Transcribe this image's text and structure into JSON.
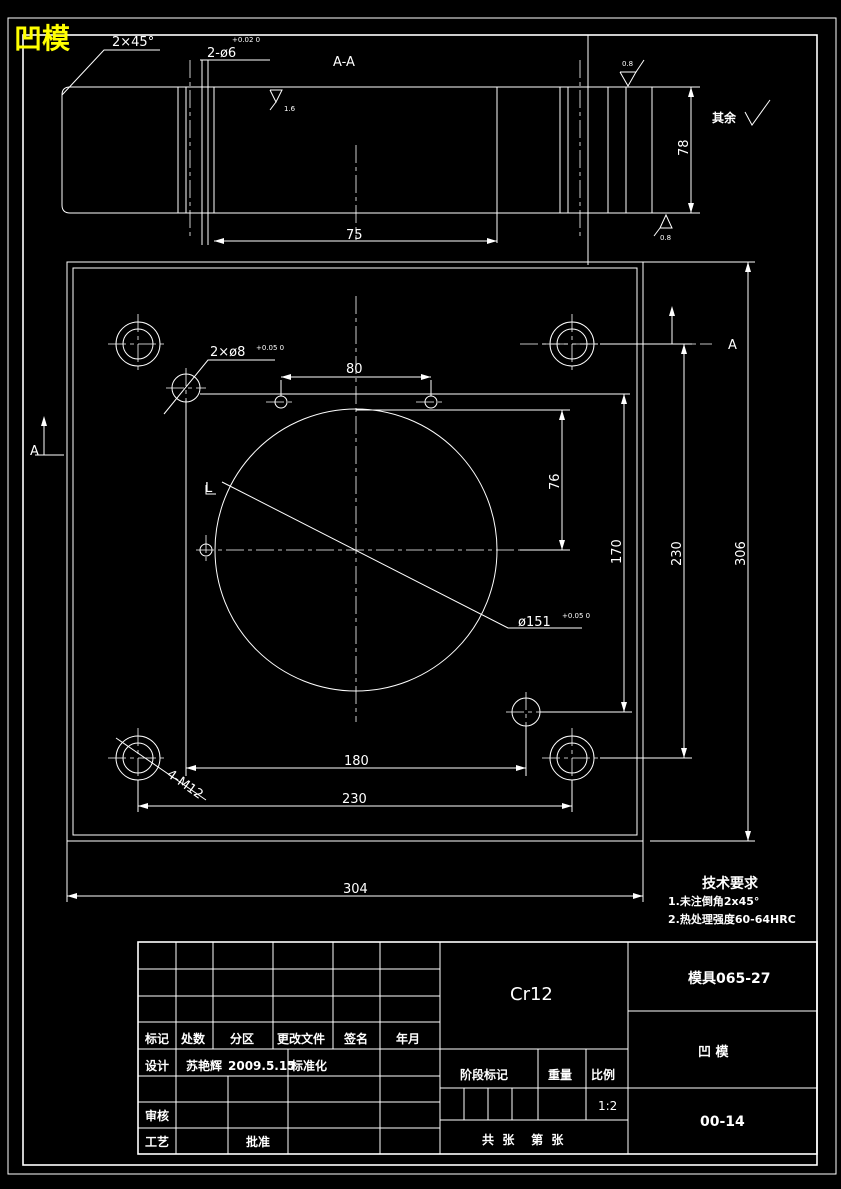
{
  "title_label": "凹模",
  "colors": {
    "background": "#000000",
    "lines": "#ffffff",
    "title": "#ffff00"
  },
  "section_view": {
    "label": "A-A",
    "chamfer": "2×45°",
    "holes": "2-ø6",
    "holes_tol": "+0.02 0",
    "width_dim": "75",
    "height_dim": "78",
    "roughness_a": "1.6",
    "roughness_b": "0.8",
    "roughness_c": "0.8"
  },
  "rest_roughness": "其余",
  "plan_view": {
    "section_marker": "A",
    "pin_holes": "2×ø8",
    "pin_holes_tol": "+0.05 0",
    "dim_80": "80",
    "dim_76": "76",
    "dim_170": "170",
    "dim_230_v": "230",
    "dim_306": "306",
    "bore": "ø151",
    "bore_tol": "+0.05 0",
    "dim_180": "180",
    "dim_230_h": "230",
    "dim_304": "304",
    "threads": "4-M12",
    "leader_mark": "L"
  },
  "tech_req": {
    "heading": "技术要求",
    "line1": "1.未注倒角2x45°",
    "line2": "2.热处理强度60-64HRC"
  },
  "title_block": {
    "material": "Cr12",
    "drawing_no_top": "模具065-27",
    "part_name": "凹 模",
    "drawing_no": "00-14",
    "hdr_mark": "标记",
    "hdr_count": "处数",
    "hdr_zone": "分区",
    "hdr_change": "更改文件",
    "hdr_sign": "签名",
    "hdr_date": "年月",
    "row_design": "设计",
    "designer": "苏艳辉",
    "design_date": "2009.5.15",
    "standardize": "标准化",
    "row_review": "审核",
    "row_process": "工艺",
    "approve": "批准",
    "stage_mark": "阶段标记",
    "weight": "重量",
    "scale_label": "比例",
    "scale_value": "1:2",
    "sheets": "共  张    第  张"
  }
}
